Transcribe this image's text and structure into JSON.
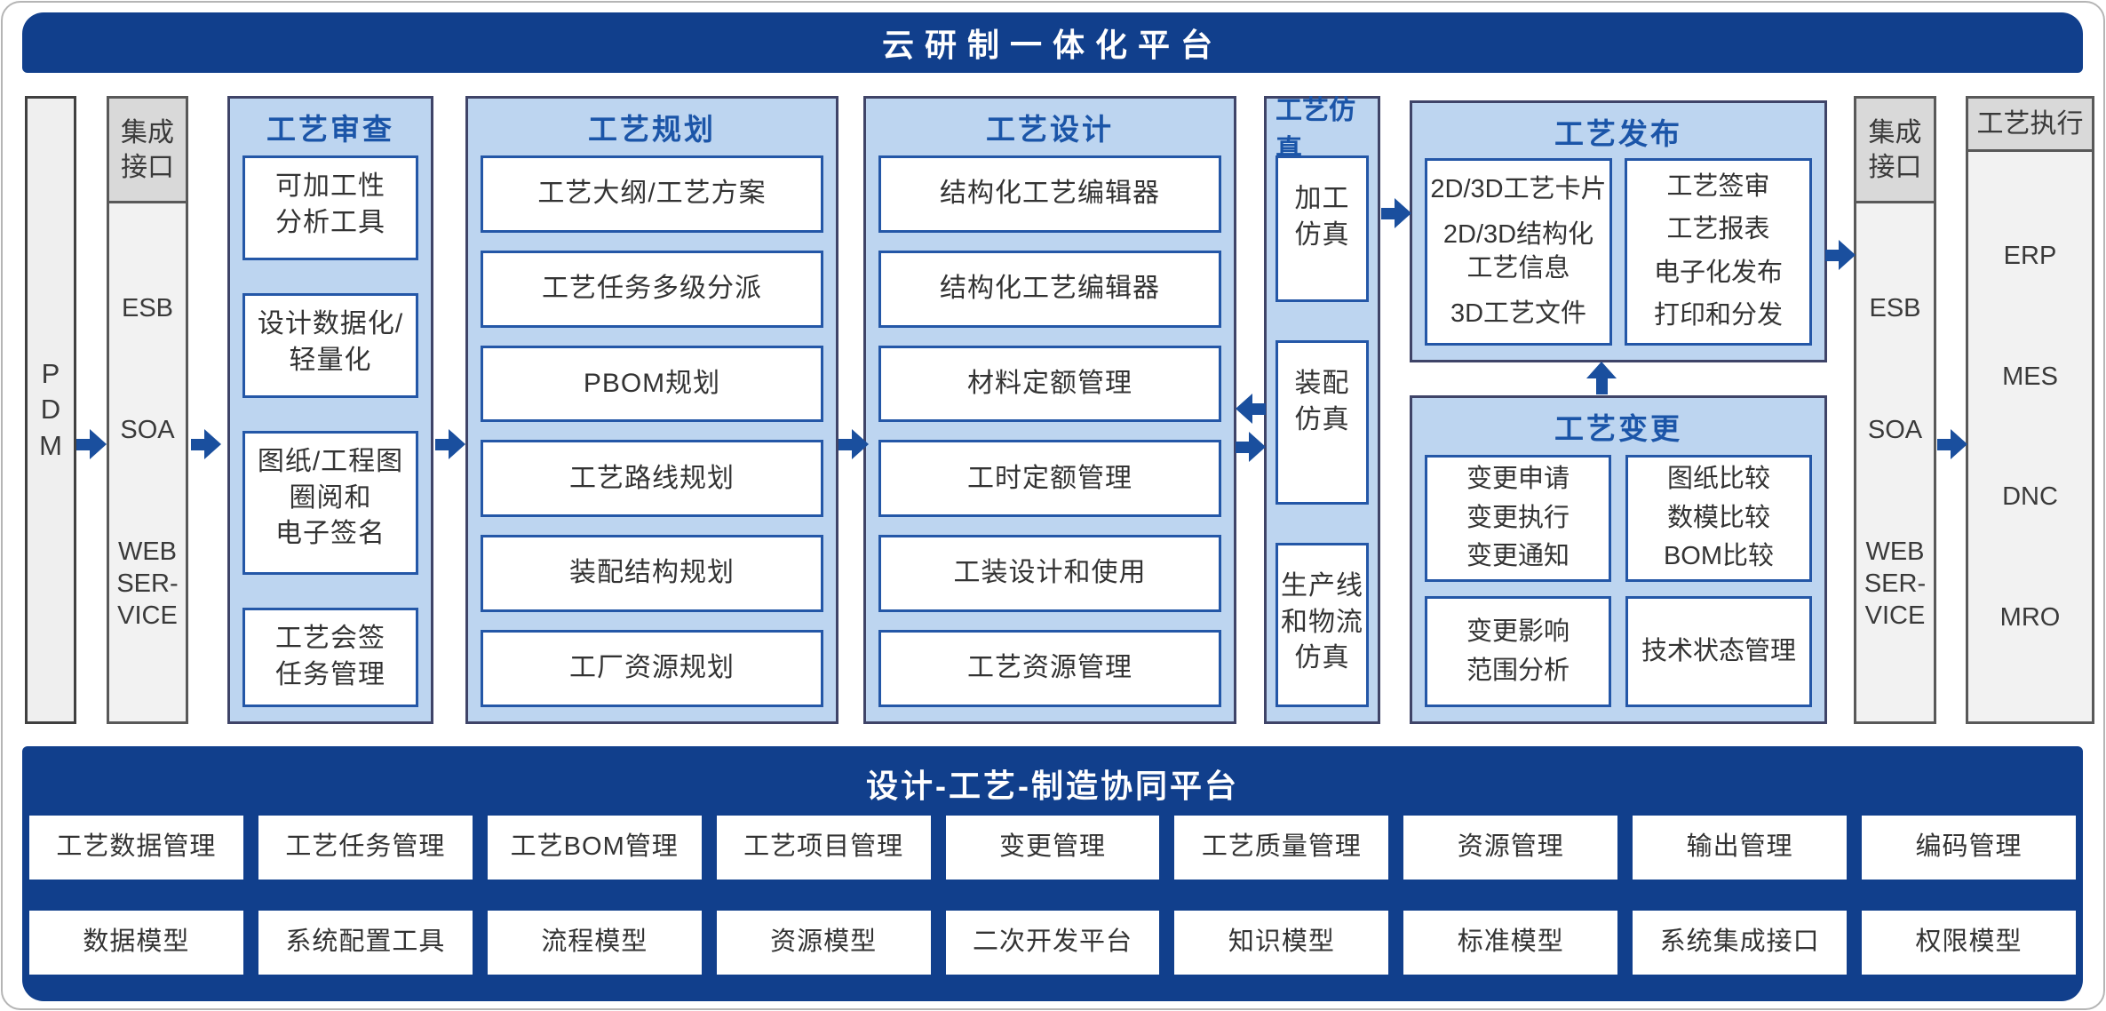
{
  "banners": {
    "top": "云研制一体化平台",
    "bottom": "设计-工艺-制造协同平台"
  },
  "pdm": {
    "label": "P\nD\nM"
  },
  "integration_left": {
    "header": "集成\n接口",
    "items": [
      "ESB",
      "SOA",
      "WEB\nSER-\nVICE"
    ]
  },
  "integration_right": {
    "header": "集成\n接口",
    "items": [
      "ESB",
      "SOA",
      "WEB\nSER-\nVICE"
    ]
  },
  "execution": {
    "header": "工艺执行",
    "items": [
      "ERP",
      "MES",
      "DNC",
      "MRO"
    ]
  },
  "panels": {
    "review": {
      "title": "工艺审查",
      "items": [
        "可加工性\n分析工具",
        "设计数据化/\n轻量化",
        "图纸/工程图\n圈阅和\n电子签名",
        "工艺会签\n任务管理"
      ]
    },
    "planning": {
      "title": "工艺规划",
      "items": [
        "工艺大纲/工艺方案",
        "工艺任务多级分派",
        "PBOM规划",
        "工艺路线规划",
        "装配结构规划",
        "工厂资源规划"
      ]
    },
    "design": {
      "title": "工艺设计",
      "items": [
        "结构化工艺编辑器",
        "结构化工艺编辑器",
        "材料定额管理",
        "工时定额管理",
        "工装设计和使用",
        "工艺资源管理"
      ]
    },
    "simulation": {
      "title": "工艺仿真",
      "items": [
        "加工\n仿真",
        "装配\n仿真",
        "生产线\n和物流\n仿真"
      ]
    },
    "release": {
      "title": "工艺发布",
      "left_items": [
        "2D/3D工艺卡片",
        "2D/3D结构化\n工艺信息",
        "3D工艺文件"
      ],
      "right_items": [
        "工艺签审",
        "工艺报表",
        "电子化发布",
        "打印和分发"
      ]
    },
    "change": {
      "title": "工艺变更",
      "boxes": [
        "变更申请\n变更执行\n变更通知",
        "图纸比较\n数模比较\nBOM比较",
        "变更影响\n范围分析",
        "技术状态管理"
      ]
    }
  },
  "bottom_platform": {
    "row1": [
      "工艺数据管理",
      "工艺任务管理",
      "工艺BOM管理",
      "工艺项目管理",
      "变更管理",
      "工艺质量管理",
      "资源管理",
      "输出管理",
      "编码管理"
    ],
    "row2": [
      "数据模型",
      "系统配置工具",
      "流程模型",
      "资源模型",
      "二次开发平台",
      "知识模型",
      "标准模型",
      "系统集成接口",
      "权限模型"
    ]
  },
  "colors": {
    "navy": "#113F8C",
    "panel_bg": "#BDD5F0",
    "panel_border": "#3F4468",
    "box_border": "#2457A7",
    "title_blue": "#1B55A8",
    "arrow": "#1A4F9E",
    "gray_header": "#D9D9D9",
    "gray_body": "#F2F2F2",
    "gray_border": "#595959",
    "text_dark": "#333333"
  }
}
